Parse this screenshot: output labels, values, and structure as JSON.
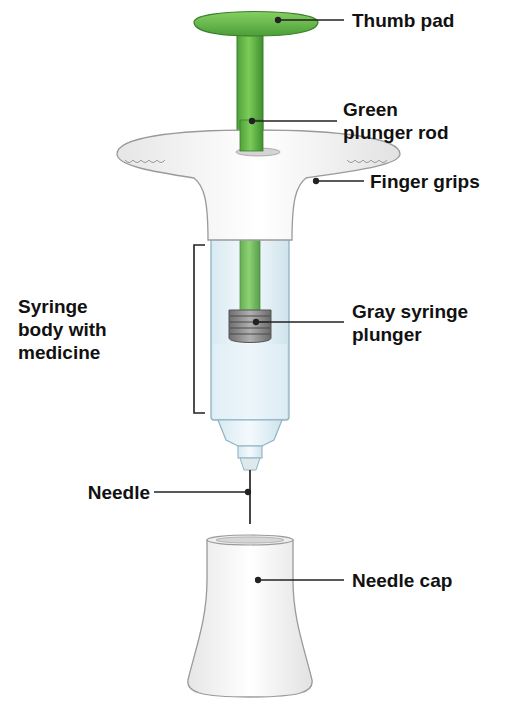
{
  "diagram": {
    "labels": [
      "Thumb pad",
      "Green plunger rod",
      "Finger grips",
      "Syringe body with medicine",
      "Gray syringe plunger",
      "Needle",
      "Needle cap"
    ]
  }
}
